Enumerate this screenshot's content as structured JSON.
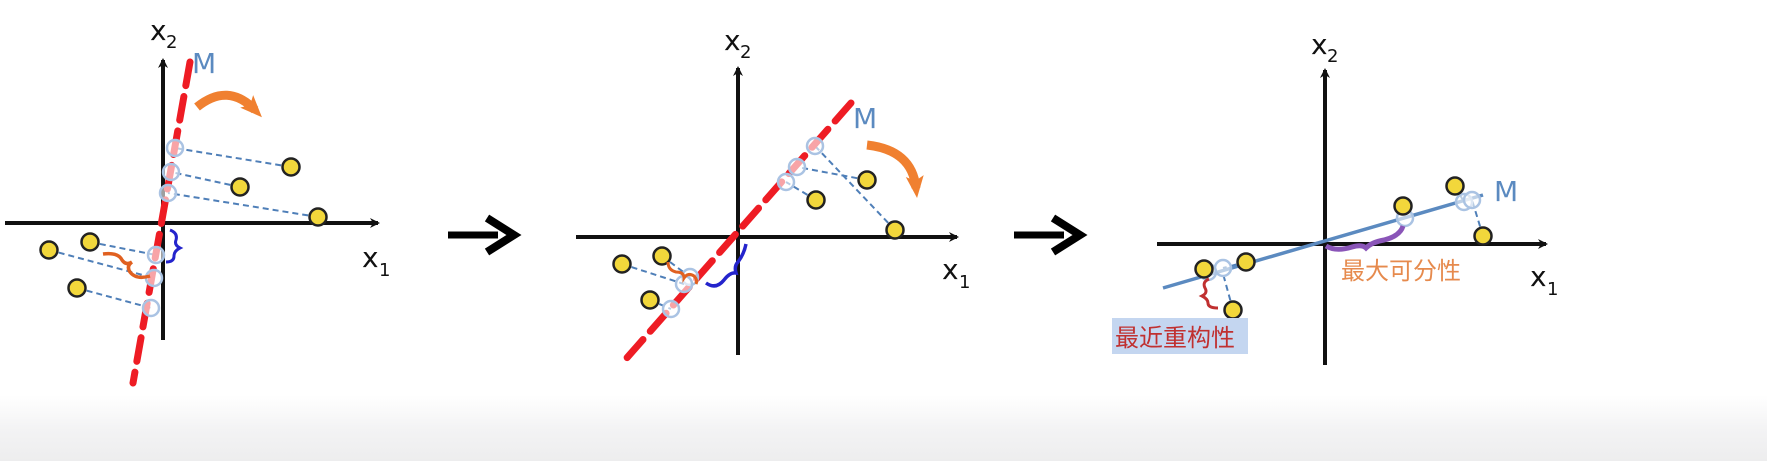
{
  "colors": {
    "axis": "#111111",
    "pca_line_dashed": "#ee1c24",
    "pca_line_final": "#5b8ac0",
    "projection_dash": "#4f7fb8",
    "point_fill": "#f2d73b",
    "point_stroke": "#222222",
    "projection_circle": "#aac3e3",
    "rotate_arrow": "#f08030",
    "brace_distance": "#e06020",
    "brace_variance": "#2424cc",
    "brace_variance_final": "#8a55b8",
    "brace_distance_final": "#c03030",
    "label_min_recon": "#c03030",
    "label_min_recon_bg": "#c4d6f0",
    "label_max_var": "#e68a4d",
    "step_arrow": "#000000"
  },
  "icons": {
    "rotate": "curved-arrow-icon",
    "step": "right-arrow-icon"
  },
  "panels": [
    {
      "x_axis": "x",
      "x_sub": "1",
      "y_axis": "x",
      "y_sub": "2",
      "line_label": "M",
      "line_style": "dashed"
    },
    {
      "x_axis": "x",
      "x_sub": "1",
      "y_axis": "x",
      "y_sub": "2",
      "line_label": "M",
      "line_style": "dashed"
    },
    {
      "x_axis": "x",
      "x_sub": "1",
      "y_axis": "x",
      "y_sub": "2",
      "line_label": "M",
      "line_style": "solid",
      "label_min_recon": "最近重构性",
      "label_max_var": "最大可分性"
    }
  ]
}
